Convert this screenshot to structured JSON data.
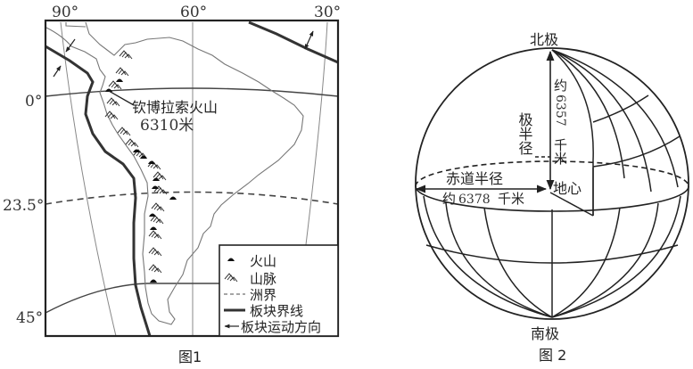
{
  "figure1": {
    "caption": "图1",
    "longitude_labels": [
      "90°",
      "60°",
      "30°"
    ],
    "latitude_labels": [
      "0°",
      "23.5°",
      "45°"
    ],
    "volcano_annotation": {
      "name": "钦博拉索火山",
      "elevation": "6310米"
    },
    "legend": {
      "items": [
        {
          "icon": "volcano-icon",
          "label": "火山"
        },
        {
          "icon": "mountain-range-icon",
          "label": "山脉"
        },
        {
          "icon": "continent-boundary-dashed-line",
          "label": "洲界"
        },
        {
          "icon": "plate-boundary-thick-line",
          "label": "板块界线"
        },
        {
          "icon": "plate-motion-arrow-icon",
          "label": "板块运动方向"
        }
      ]
    }
  },
  "figure2": {
    "caption": "图 2",
    "north_pole": "北极",
    "south_pole": "南极",
    "center": "地心",
    "polar_radius": {
      "label": "极半径",
      "prefix": "约",
      "value": "6357",
      "unit": "千米"
    },
    "equatorial_radius": {
      "label": "赤道半径",
      "prefix": "约",
      "value": "6378",
      "unit": "千米"
    }
  }
}
